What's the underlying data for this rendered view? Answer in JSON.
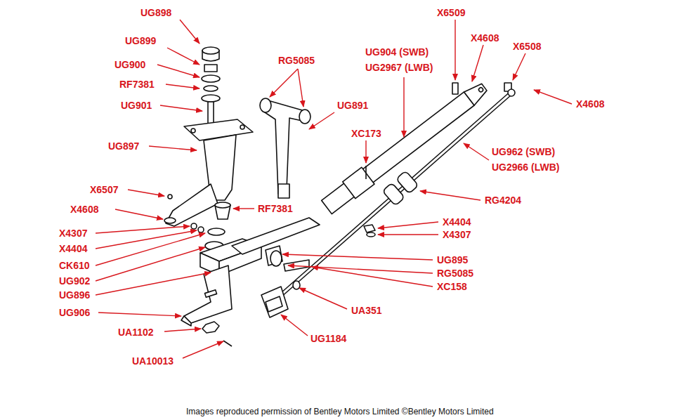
{
  "diagram": {
    "caption": "Images reproduced permission of Bentley Motors Limited ©Bentley Motors Limited",
    "labels": [
      "UG898",
      "X6509",
      "UG899",
      "X4608",
      "X6508",
      "UG900",
      "RG5085",
      "UG904 (SWB)",
      "UG2967 (LWB)",
      "RF7381",
      "UG901",
      "UG891",
      "X4608",
      "XC173",
      "UG897",
      "UG962 (SWB)",
      "UG2966 (LWB)",
      "X6507",
      "RG4204",
      "X4608",
      "RF7381",
      "X4404",
      "X4307",
      "X4307",
      "X4404",
      "UG895",
      "CK610",
      "RG5085",
      "UG902",
      "XC158",
      "UG896",
      "UG906",
      "UA351",
      "UA1102",
      "UG1184",
      "UA10013"
    ]
  }
}
